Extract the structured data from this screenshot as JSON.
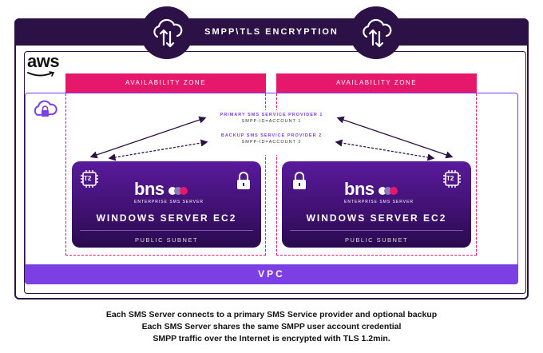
{
  "header": {
    "title": "SMPP\\TLS ENCRYPTION"
  },
  "brand": {
    "aws_label": "aws"
  },
  "zones": [
    {
      "label": "AVAILABILITY ZONE"
    },
    {
      "label": "AVAILABILITY ZONE"
    }
  ],
  "providers": {
    "primary": {
      "title": "PRIMARY SMS SERVICE PROVIDER 1",
      "account": "SMPP-ID=ACCOUNT 1"
    },
    "backup": {
      "title": "BACKUP SMS SERVICE PROVIDER 2",
      "account": "SMPP-ID=ACCOUNT 2"
    }
  },
  "servers": [
    {
      "chip": "T2",
      "logo": "bns",
      "logo_sub": "ENTERPRISE SMS SERVER",
      "title": "WINDOWS SERVER EC2",
      "subnet": "PUBLIC SUBNET"
    },
    {
      "chip": "T2",
      "logo": "bns",
      "logo_sub": "ENTERPRISE SMS SERVER",
      "title": "WINDOWS SERVER EC2",
      "subnet": "PUBLIC SUBNET"
    }
  ],
  "vpc": {
    "label": "VPC"
  },
  "captions": [
    "Each SMS Server connects to a primary SMS Service provider and optional backup",
    "Each SMS Server shares the same SMPP user account credential",
    "SMPP traffic over the Internet is encrypted with TLS 1.2min."
  ],
  "icons": {
    "cloud_sync": "cloud-sync-icon",
    "cloud_lock": "cloud-lock-icon",
    "padlock": "padlock-icon",
    "chip": "chip-icon"
  },
  "colors": {
    "dark": "#2b1145",
    "purple": "#7b3fe4",
    "pink": "#e5186b"
  }
}
